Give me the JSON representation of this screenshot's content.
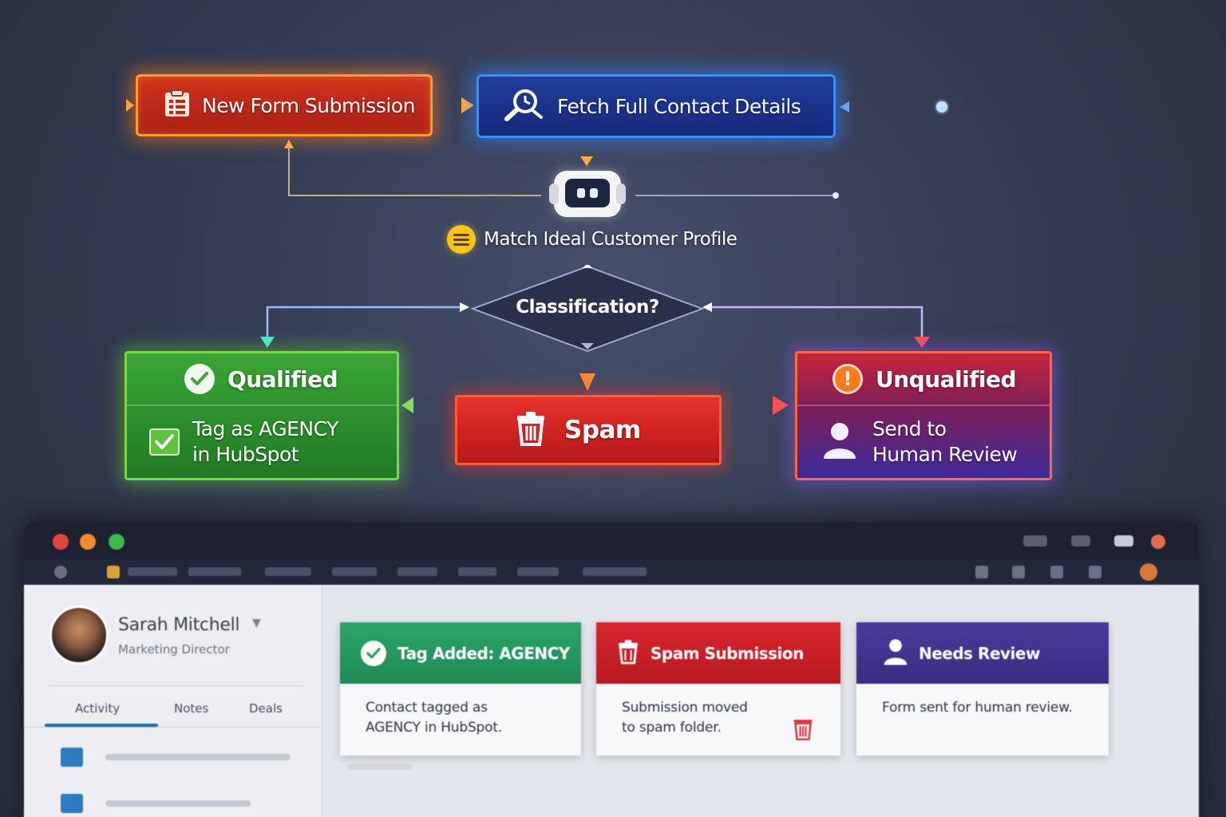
{
  "flow": {
    "trigger": {
      "label": "New Form Submission",
      "icon": "clipboard-icon"
    },
    "fetch": {
      "label": "Fetch Full Contact Details",
      "icon": "magnifier-icon"
    },
    "agent": {
      "icon": "robot-icon"
    },
    "icp": {
      "label": "Match Ideal Customer Profile",
      "icon": "smiley-icon"
    },
    "decision": {
      "label": "Classification?"
    },
    "qualified": {
      "title": "Qualified",
      "action": [
        "Tag as AGENCY",
        "in HubSpot"
      ],
      "icon": "check-circle-icon"
    },
    "spam": {
      "title": "Spam",
      "icon": "trash-icon"
    },
    "unqualified": {
      "title": "Unqualified",
      "action": [
        "Send to",
        "Human Review"
      ],
      "icon": "alert-icon"
    }
  },
  "app": {
    "user": {
      "name": "Sarah Mitchell",
      "role": "Marketing Director"
    },
    "tabs": [
      "Activity",
      "Notes",
      "Deals"
    ],
    "notifications": [
      {
        "title": "Tag Added: AGENCY",
        "body": [
          "Contact tagged as",
          "AGENCY in HubSpot."
        ],
        "icon": "check-circle-icon"
      },
      {
        "title": "Spam Submission",
        "body": [
          "Submission moved",
          "to spam folder."
        ],
        "icon": "trash-icon"
      },
      {
        "title": "Needs Review",
        "body": [
          "Form sent for human review."
        ],
        "icon": "user-icon"
      }
    ]
  },
  "colors": {
    "trigger": "#c62a18",
    "fetch": "#1a3590",
    "qualified": "#2e9130",
    "spam": "#d42420",
    "unqualified": "#5a2a8a",
    "background": "#343c52"
  }
}
